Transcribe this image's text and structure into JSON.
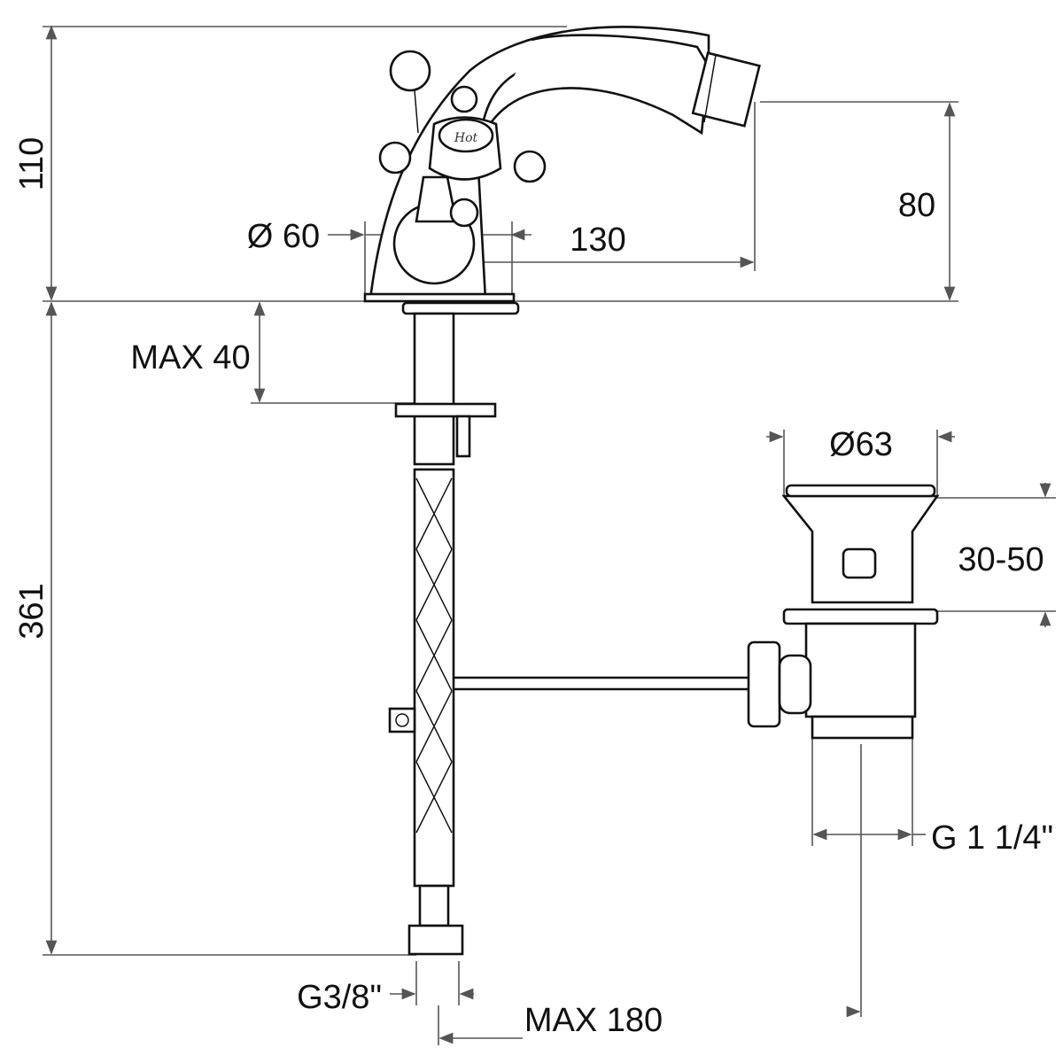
{
  "drawing": {
    "dimensions": {
      "total_height": "110",
      "below_deck_length": "361",
      "base_diameter": "Ø 60",
      "spout_reach": "130",
      "spout_height": "80",
      "max_deck_thickness": "MAX 40",
      "drain_diameter": "Ø63",
      "drain_range": "30-50",
      "drain_thread": "G 1 1/4\"",
      "inlet_thread": "G3/8\"",
      "max_offset": "MAX 180"
    },
    "handle_logo": "Hot",
    "line_color": "#111111",
    "dimension_color": "#555555"
  }
}
